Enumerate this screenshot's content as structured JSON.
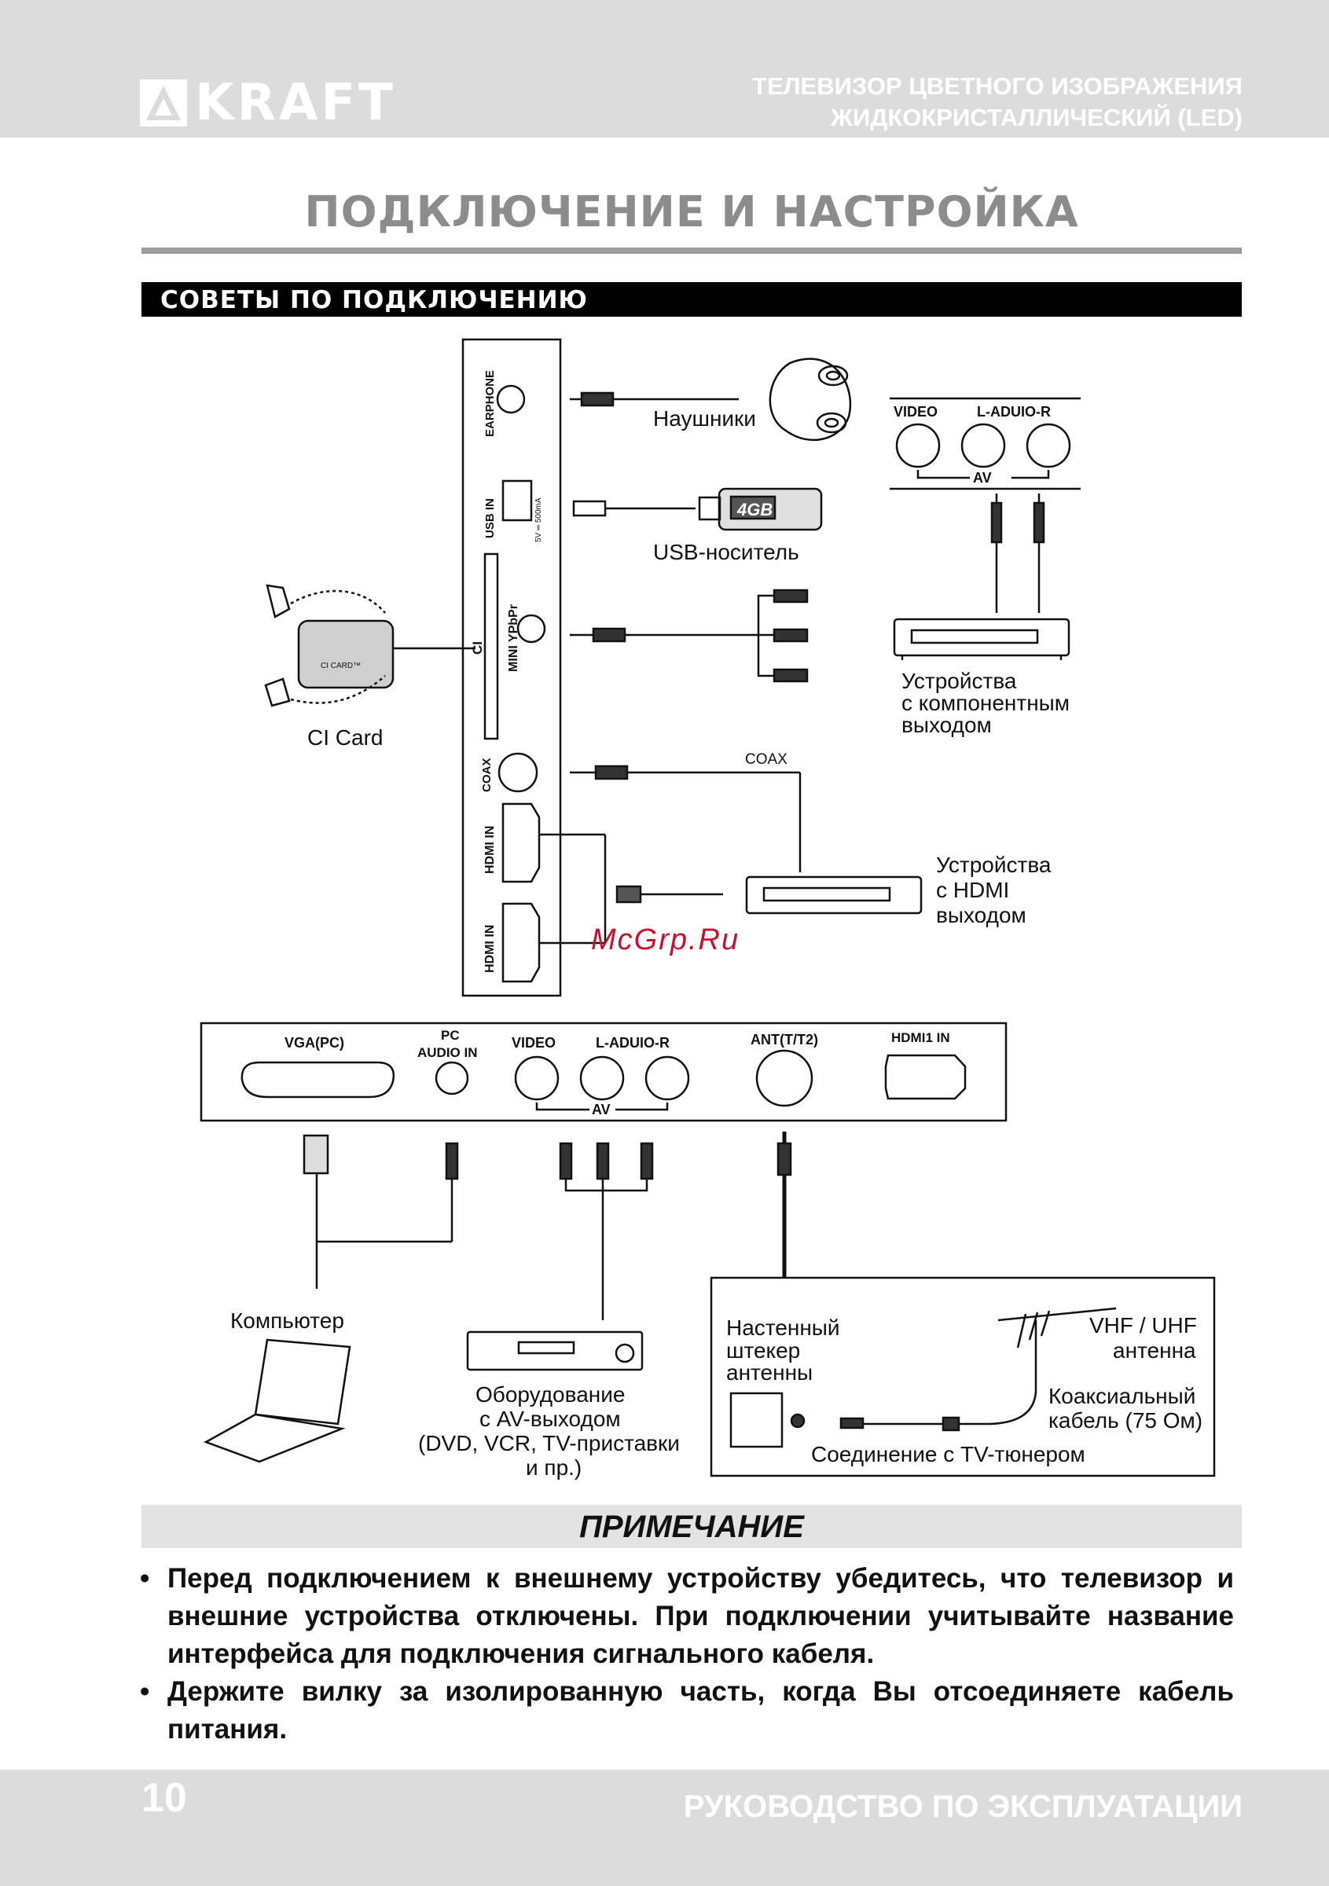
{
  "header": {
    "brand": "KRAFT",
    "title_line1": "ТЕЛЕВИЗОР ЦВЕТНОГО ИЗОБРАЖЕНИЯ",
    "title_line2": "ЖИДКОКРИСТАЛЛИЧЕСКИЙ (LED)"
  },
  "page_title": "ПОДКЛЮЧЕНИЕ И НАСТРОЙКА",
  "section_title": "СОВЕТЫ ПО ПОДКЛЮЧЕНИЮ",
  "side_panel": {
    "earphone": "EARPHONE",
    "usb_in": "USB IN",
    "usb_spec": "5V ═ 500mA",
    "ci": "CI",
    "mini_ypbpr": "MINI YPbPr",
    "coax": "COAX",
    "hdmi_in_1": "HDMI IN",
    "hdmi_in_2": "HDMI IN"
  },
  "devices": {
    "headphones": "Наушники",
    "usb_stick": "USB-носитель",
    "usb_capacity": "4GB",
    "ci_card": "CI Card",
    "ci_card_label": "CI CARD™",
    "component_line1": "Устройства",
    "component_line2": "с компонентным",
    "component_line3": "выходом",
    "coax_label": "COAX",
    "hdmi_dev_line1": "Устройства",
    "hdmi_dev_line2": "с HDMI",
    "hdmi_dev_line3": "выходом",
    "computer": "Компьютер",
    "av_line1": "Оборудование",
    "av_line2": "с AV-выходом",
    "av_line3": "(DVD, VCR, TV-приставки",
    "av_line4": "и пр.)"
  },
  "av_top": {
    "video": "VIDEO",
    "audio": "L-ADUIO-R",
    "av": "AV"
  },
  "bottom_panel": {
    "vga": "VGA(PC)",
    "pc_audio_1": "PC",
    "pc_audio_2": "AUDIO IN",
    "video": "VIDEO",
    "audio": "L-ADUIO-R",
    "av": "AV",
    "ant": "ANT(T/T2)",
    "hdmi1": "HDMI1 IN"
  },
  "antenna_box": {
    "wall_line1": "Настенный",
    "wall_line2": "штекер",
    "wall_line3": "антенны",
    "vhf_line1": "VHF / UHF",
    "vhf_line2": "антенна",
    "coax_line1": "Коаксиальный",
    "coax_line2": "кабель (75 Ом)",
    "tuner": "Соединение с TV-тюнером"
  },
  "watermark": "McGrp.Ru",
  "note": {
    "title": "ПРИМЕЧАНИЕ",
    "bullet_char": "•",
    "items": [
      "Перед подключением к внешнему устройству убедитесь, что телевизор и внешние устройства отключены. При подключении учитывайте название интерфейса для подключения сигнального кабеля.",
      "Держите вилку за изолированную часть, когда Вы отсоединяете кабель питания."
    ]
  },
  "footer": {
    "page_number": "10",
    "title": "РУКОВОДСТВО ПО ЭКСПЛУАТАЦИИ"
  }
}
